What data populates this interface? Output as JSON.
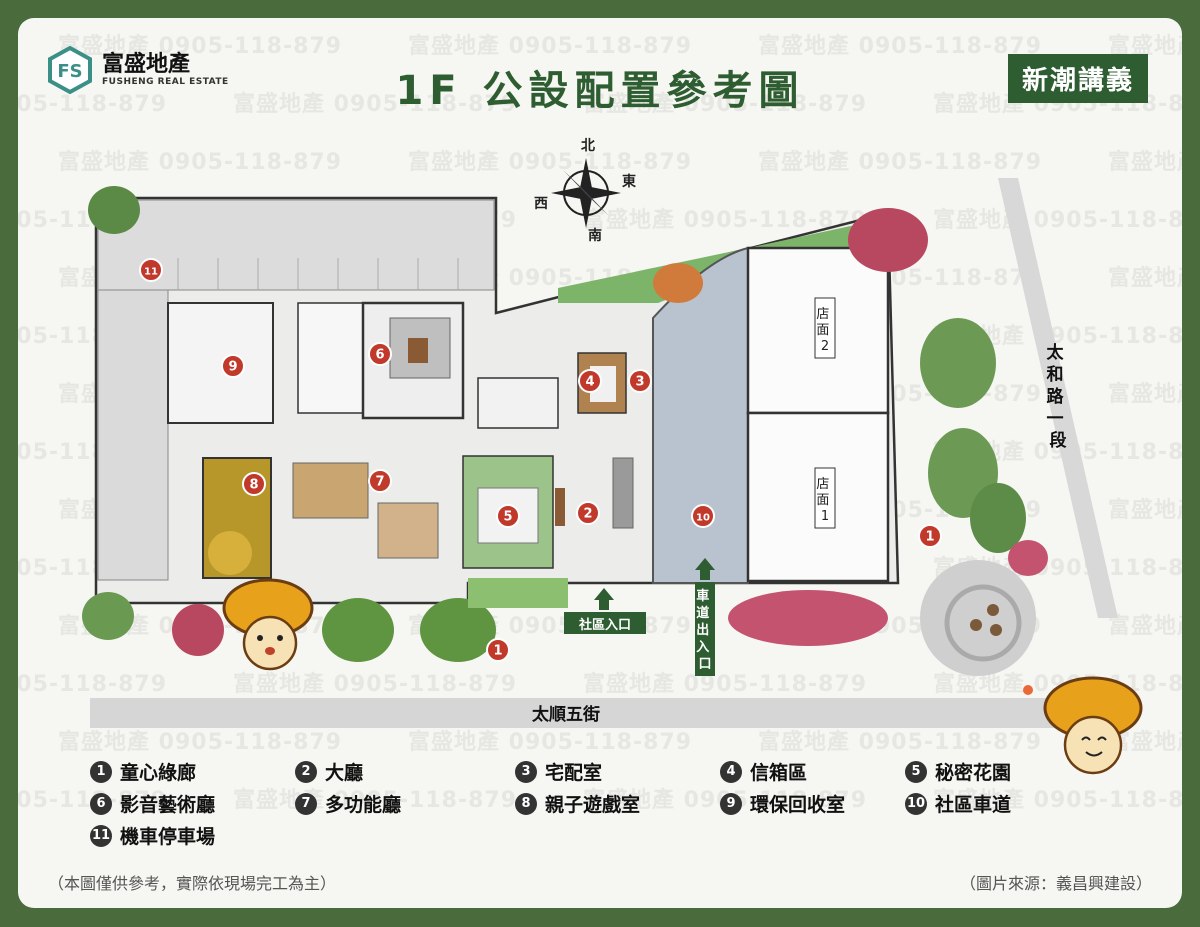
{
  "brand": {
    "name_cn": "富盛地產",
    "name_en": "FUSHENG REAL ESTATE",
    "watermark": "富盛地產 0905-118-879",
    "accent": "#2f5d32"
  },
  "title": "1F 公設配置參考圖",
  "project_name": "新潮講義",
  "compass": {
    "north": "北",
    "east": "東",
    "west": "西",
    "south": "南"
  },
  "streets": {
    "bottom": "太順五街",
    "right": "太和路一段"
  },
  "labels": {
    "community_entrance": "社區入口",
    "driveway_entrance": "車道出入口",
    "shop_2": "店面2",
    "shop_1": "店面1"
  },
  "markers": [
    "1",
    "2",
    "3",
    "4",
    "5",
    "6",
    "7",
    "8",
    "9",
    "10",
    "11"
  ],
  "legend": [
    {
      "num": "1",
      "label": "童心綠廊"
    },
    {
      "num": "2",
      "label": "大廳"
    },
    {
      "num": "3",
      "label": "宅配室"
    },
    {
      "num": "4",
      "label": "信箱區"
    },
    {
      "num": "5",
      "label": "秘密花園"
    },
    {
      "num": "6",
      "label": "影音藝術廳"
    },
    {
      "num": "7",
      "label": "多功能廳"
    },
    {
      "num": "8",
      "label": "親子遊戲室"
    },
    {
      "num": "9",
      "label": "環保回收室"
    },
    {
      "num": "10",
      "label": "社區車道"
    },
    {
      "num": "11",
      "label": "機車停車場"
    }
  ],
  "footer": {
    "left": "（本圖僅供參考，實際依現場完工為主）",
    "right": "（圖片來源：義昌興建設）"
  }
}
